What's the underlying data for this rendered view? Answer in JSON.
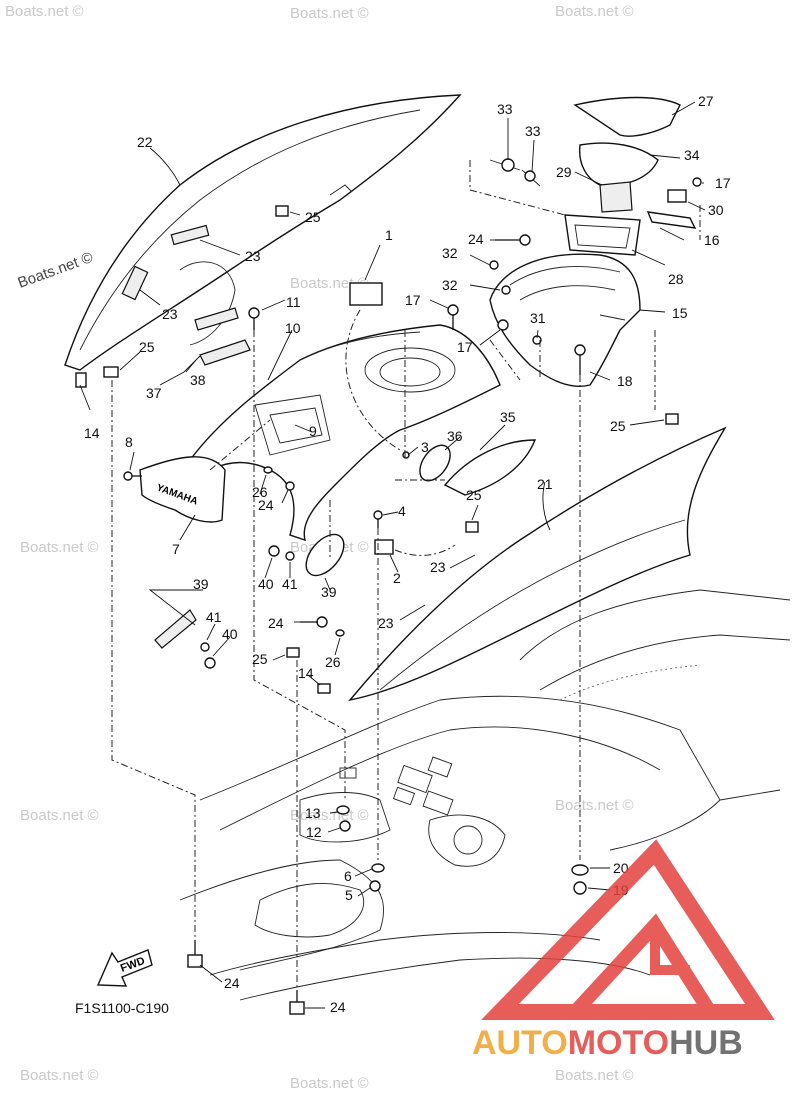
{
  "watermark_text": "Boats.net ©",
  "diagram_code": "F1S1100-C190",
  "fwd_label": "FWD",
  "badge_text": "YAMAHA",
  "brand": {
    "part1": "AUTO",
    "part2": "MOTO",
    "part3": "HUB",
    "color_orange": "#f0a02a",
    "color_red": "#e2413d",
    "color_gray": "#5a5a5a"
  },
  "callouts": [
    "1",
    "2",
    "3",
    "4",
    "5",
    "6",
    "7",
    "8",
    "9",
    "10",
    "11",
    "12",
    "13",
    "14",
    "15",
    "16",
    "17",
    "18",
    "19",
    "20",
    "21",
    "22",
    "23",
    "24",
    "25",
    "26",
    "27",
    "28",
    "29",
    "30",
    "31",
    "32",
    "33",
    "34",
    "35",
    "36",
    "37",
    "38",
    "39",
    "40",
    "41"
  ]
}
